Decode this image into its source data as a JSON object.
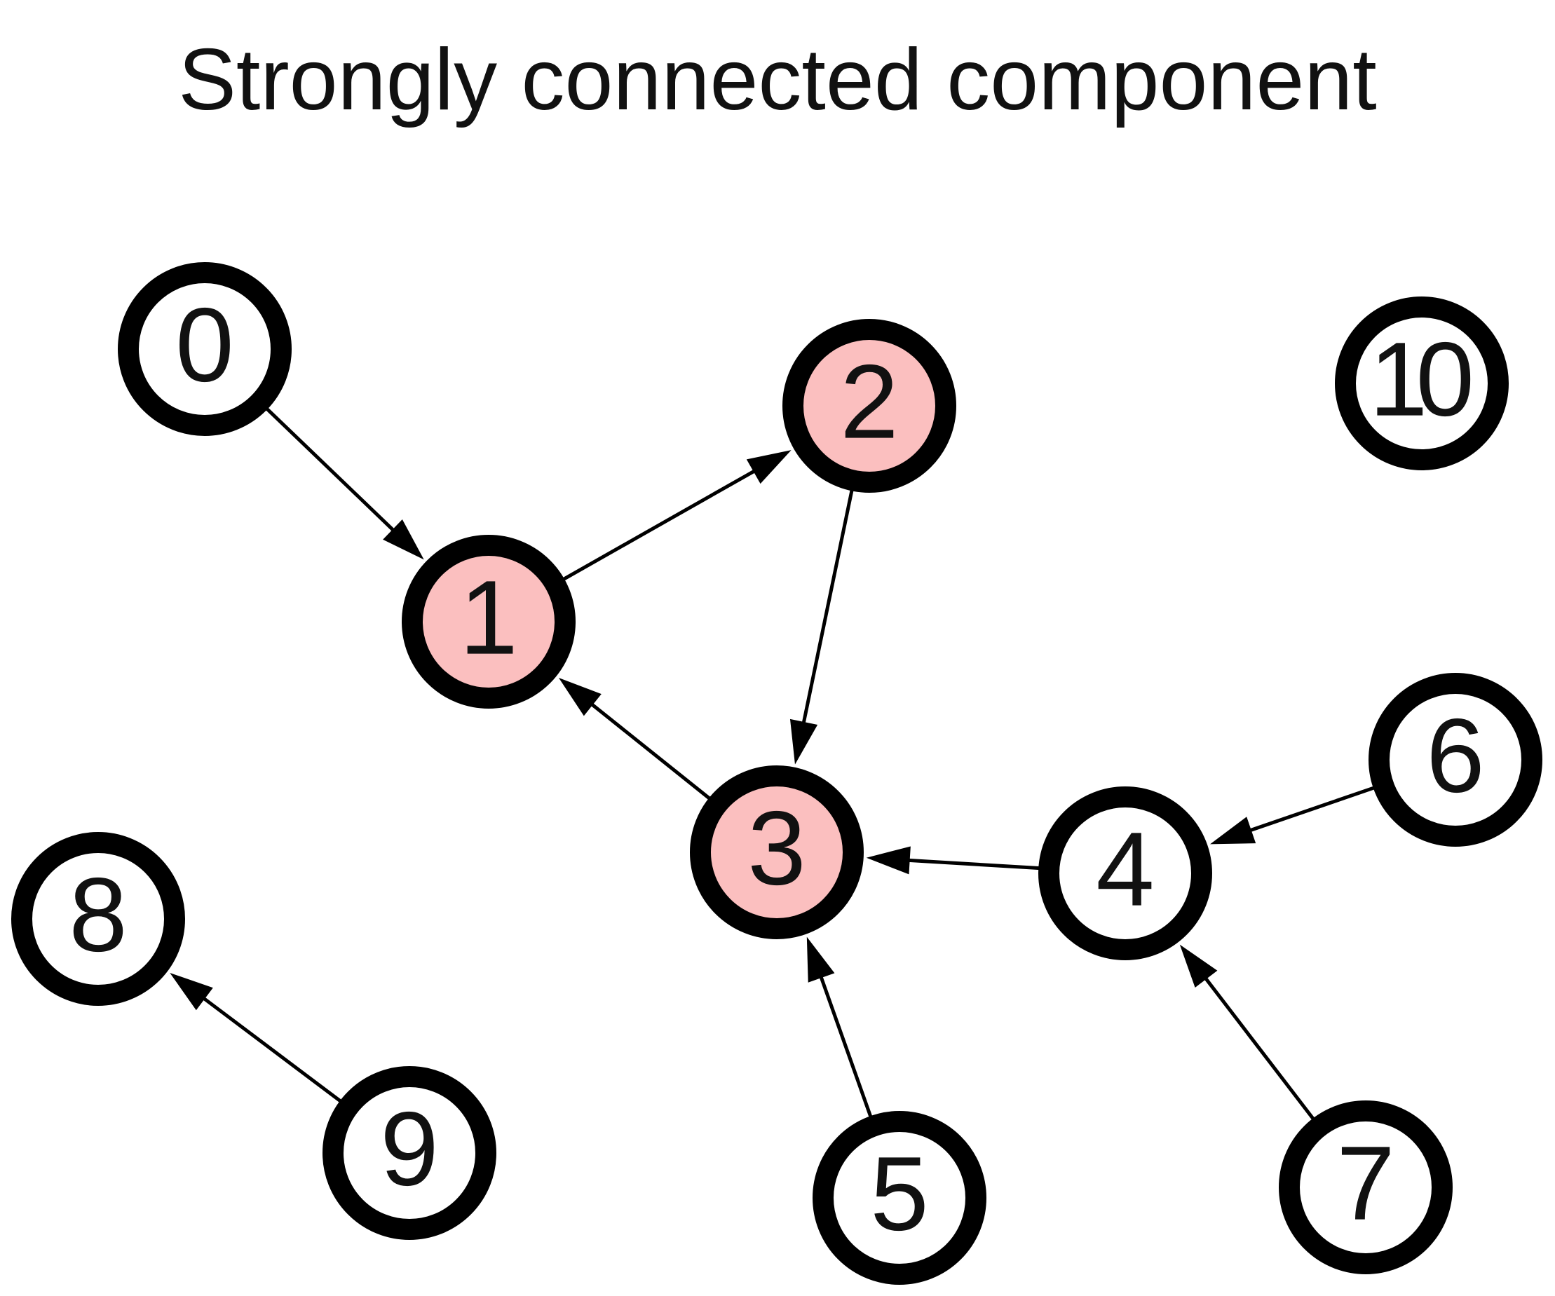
{
  "title": "Strongly connected component",
  "colors": {
    "scc_fill": "#fbbfbf",
    "default_fill": "#ffffff",
    "stroke": "#000000"
  },
  "nodes": [
    {
      "id": "0",
      "label": "0",
      "in_scc": false
    },
    {
      "id": "1",
      "label": "1",
      "in_scc": true
    },
    {
      "id": "2",
      "label": "2",
      "in_scc": true
    },
    {
      "id": "3",
      "label": "3",
      "in_scc": true
    },
    {
      "id": "4",
      "label": "4",
      "in_scc": false
    },
    {
      "id": "5",
      "label": "5",
      "in_scc": false
    },
    {
      "id": "6",
      "label": "6",
      "in_scc": false
    },
    {
      "id": "7",
      "label": "7",
      "in_scc": false
    },
    {
      "id": "8",
      "label": "8",
      "in_scc": false
    },
    {
      "id": "9",
      "label": "9",
      "in_scc": false
    },
    {
      "id": "10",
      "label": "10",
      "in_scc": false
    }
  ],
  "edges": [
    {
      "from": "0",
      "to": "1"
    },
    {
      "from": "1",
      "to": "2"
    },
    {
      "from": "2",
      "to": "3"
    },
    {
      "from": "3",
      "to": "1"
    },
    {
      "from": "4",
      "to": "3"
    },
    {
      "from": "5",
      "to": "3"
    },
    {
      "from": "6",
      "to": "4"
    },
    {
      "from": "7",
      "to": "4"
    },
    {
      "from": "9",
      "to": "8"
    }
  ]
}
